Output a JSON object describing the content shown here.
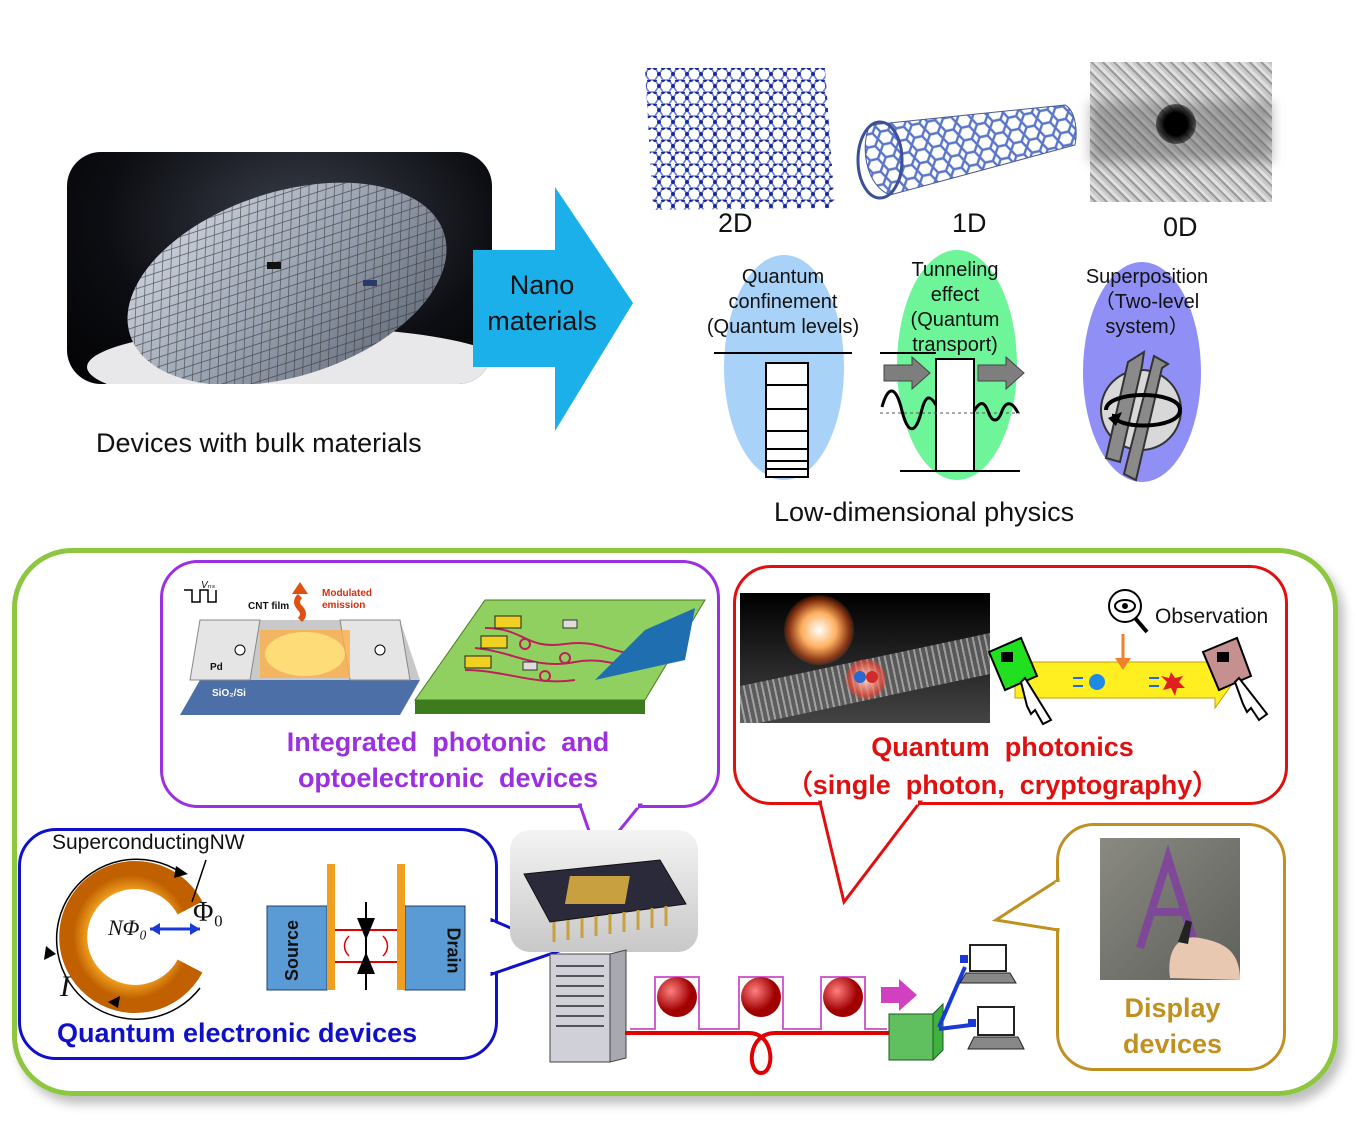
{
  "top": {
    "wafer_caption": "Devices  with  bulk  materials",
    "arrow_label": "Nano\nmaterials",
    "dims": [
      "2D",
      "1D",
      "0D"
    ],
    "effects": {
      "confinement": "Quantum\nconfinement\n(Quantum levels)",
      "tunneling": "Tunneling\neffect\n(Quantum\ntransport)",
      "superposition": "Superposition\n（Two-level\nsystem）"
    },
    "low_dim_caption": "Low-dimensional  physics"
  },
  "bottom": {
    "photonic_title": "Integrated  photonic  and\noptoelectronic  devices",
    "photonic_labels": {
      "vds": "Vₙₛ",
      "cnt_film": "CNT film",
      "modulated": "Modulated\nemission",
      "pd": "Pd",
      "substrate": "SiO₂/Si"
    },
    "quantum_photonics_title": "Quantum  photonics\n（single  photon,  cryptography）",
    "observation_label": "Observation",
    "electronic_title": "Quantum  electronic  devices",
    "superconducting_label": "SuperconductingNW",
    "flux_inner": "NΦ₀",
    "flux_outer": "Φ₀",
    "current_symbol": "I",
    "source_label": "Source",
    "drain_label": "Drain",
    "display_title": "Display\ndevices"
  },
  "colors": {
    "arrow": "#1bb0ea",
    "frame_green": "#8dc63f",
    "photonic": "#9b30e0",
    "quantum_red": "#e01010",
    "electronic_blue": "#1010c8",
    "display_gold": "#c09020"
  },
  "icons": [
    "wafer-image",
    "graphene-sheet",
    "carbon-nanotube",
    "quantum-dot-image",
    "chip-image",
    "server-icon",
    "computer-icon",
    "key-icon",
    "eye-icon",
    "touch-display-image"
  ]
}
